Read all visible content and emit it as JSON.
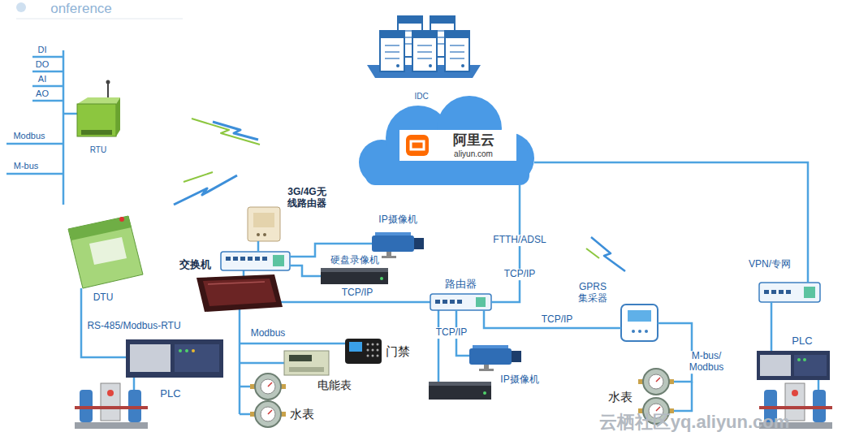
{
  "diagram": {
    "nodes": [
      {
        "text": [
          "IDC"
        ]
      },
      {
        "text": [
          "阿里云",
          "aliyun.com"
        ]
      },
      {
        "text": [
          "RTU"
        ]
      },
      {
        "text": [
          "3G/4G无 线路由器"
        ]
      },
      {
        "text": [
          "IP摄像机"
        ]
      },
      {
        "text": [
          "交换机"
        ]
      },
      {
        "text": [
          "硬盘录像机"
        ]
      },
      {
        "text": [
          "VPN/专网"
        ]
      },
      {
        "text": [
          "路由器"
        ]
      },
      {
        "text": [
          "GPRS 集采器"
        ]
      },
      {
        "text": [
          "DTU"
        ]
      },
      {
        "text": [
          "PLC"
        ]
      },
      {
        "text": [
          "门禁"
        ]
      },
      {
        "text": [
          "PLC"
        ]
      },
      {
        "text": [
          "IP摄像机"
        ]
      },
      {
        "text": [
          "电能表"
        ]
      },
      {
        "text": [
          "水表"
        ]
      },
      {
        "text": [
          "水表"
        ]
      }
    ],
    "edges": [
      {
        "from": 1,
        "to": 7,
        "arrow": "none"
      },
      {
        "from": 7,
        "to": 13,
        "arrow": "none"
      },
      {
        "from": 8,
        "to": 1,
        "arrow": "none",
        "label": "FTTH/ADSL"
      },
      {
        "from": 8,
        "to": 14,
        "arrow": "none",
        "label": "TCP/IP"
      },
      {
        "from": 8,
        "to": 9,
        "arrow": "none",
        "label": "TCP/IP"
      },
      {
        "from": 9,
        "to": 16,
        "arrow": "none",
        "label": "M-bus/ Modbus"
      },
      {
        "from": 5,
        "to": 3,
        "arrow": "none"
      },
      {
        "from": 5,
        "to": 4,
        "arrow": "none"
      },
      {
        "from": 5,
        "to": 6,
        "arrow": "none"
      },
      {
        "from": 10,
        "to": 11,
        "arrow": "none",
        "label": "RS-485/Modbus-RTU"
      }
    ],
    "labels": [
      "onference",
      "DI",
      "DO",
      "AI",
      "AO",
      "Modbus",
      "M-bus",
      "TCP/IP",
      "Modbus",
      "TCP/IP",
      "云栖社区yq.aliyun.com"
    ]
  }
}
